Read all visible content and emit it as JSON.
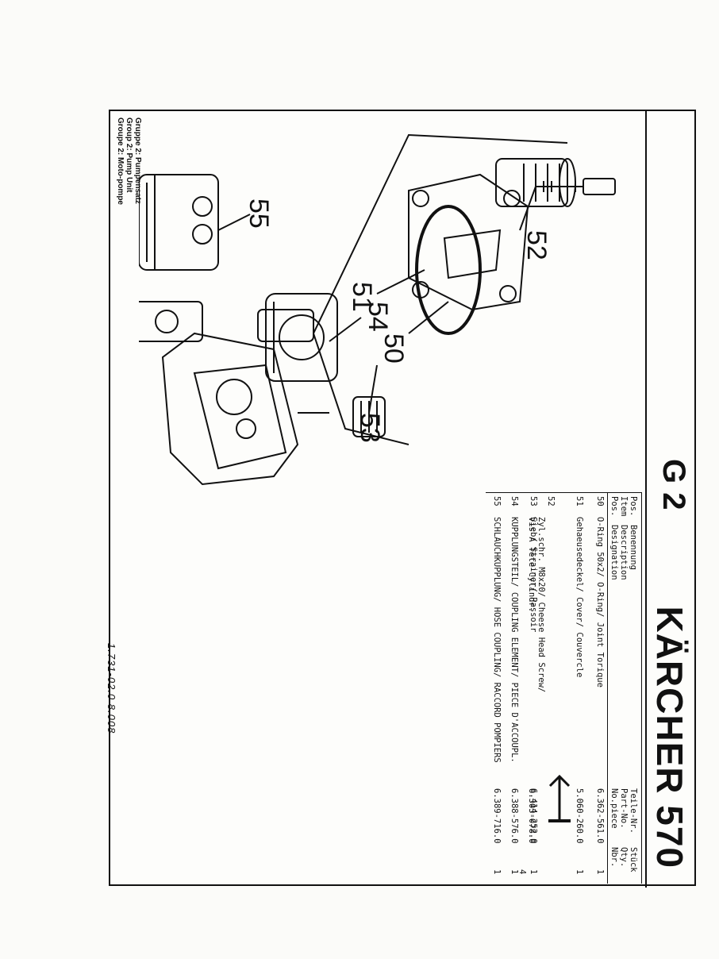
{
  "header": {
    "brand": "KÄRCHER 570",
    "group_code": "G 2",
    "group_lines": [
      "Gruppe 2: Pumpensatz",
      "Group 2: Pump Unit",
      "Groupe 2: Moto-pompe"
    ]
  },
  "table": {
    "headers": {
      "pos": "Pos.\nItem\nPos.",
      "desc": "Benennung\nDescription\nDesignation",
      "part": "Teile-Nr.\nPart-No.\nNo.piece",
      "qty": "Stück\nQty.\nNbr."
    },
    "rows": [
      {
        "pos": "50",
        "desc": "O-Ring 50x2/ O-Ring/ Joint Torique",
        "part": "6.362-561.0",
        "qty": "1"
      },
      {
        "pos": "51",
        "desc": "Gehaeusedeckel/ Cover/ Couvercle",
        "part": "5.060-260.0",
        "qty": "1"
      },
      {
        "pos": "52",
        "desc": "Zyl.schr. M8x20/ Cheese Head Screw/\nVis A Tete Cylindr.",
        "part": "6.303-078.0",
        "qty": "4"
      },
      {
        "pos": "53",
        "desc": "Sieb/ Strainer/ Passoir",
        "part": "6.414-252.0",
        "qty": "1"
      },
      {
        "pos": "54",
        "desc": "KUPPLUNGSTEIL/ COUPLING ELEMENT/ PIECE D'ACCOUPL.",
        "part": "6.388-576.0",
        "qty": "1"
      },
      {
        "pos": "55",
        "desc": "SCHLAUCHKUPPLUNG/ HOSE COUPLING/ RACCORD POMPIERS",
        "part": "6.389-716.0",
        "qty": "1"
      }
    ]
  },
  "callouts": [
    "50",
    "51",
    "52",
    "53",
    "54",
    "55"
  ],
  "margin_note": "1.731-02.0 8.008",
  "icons": {
    "arrow": "arrow-left-icon"
  }
}
